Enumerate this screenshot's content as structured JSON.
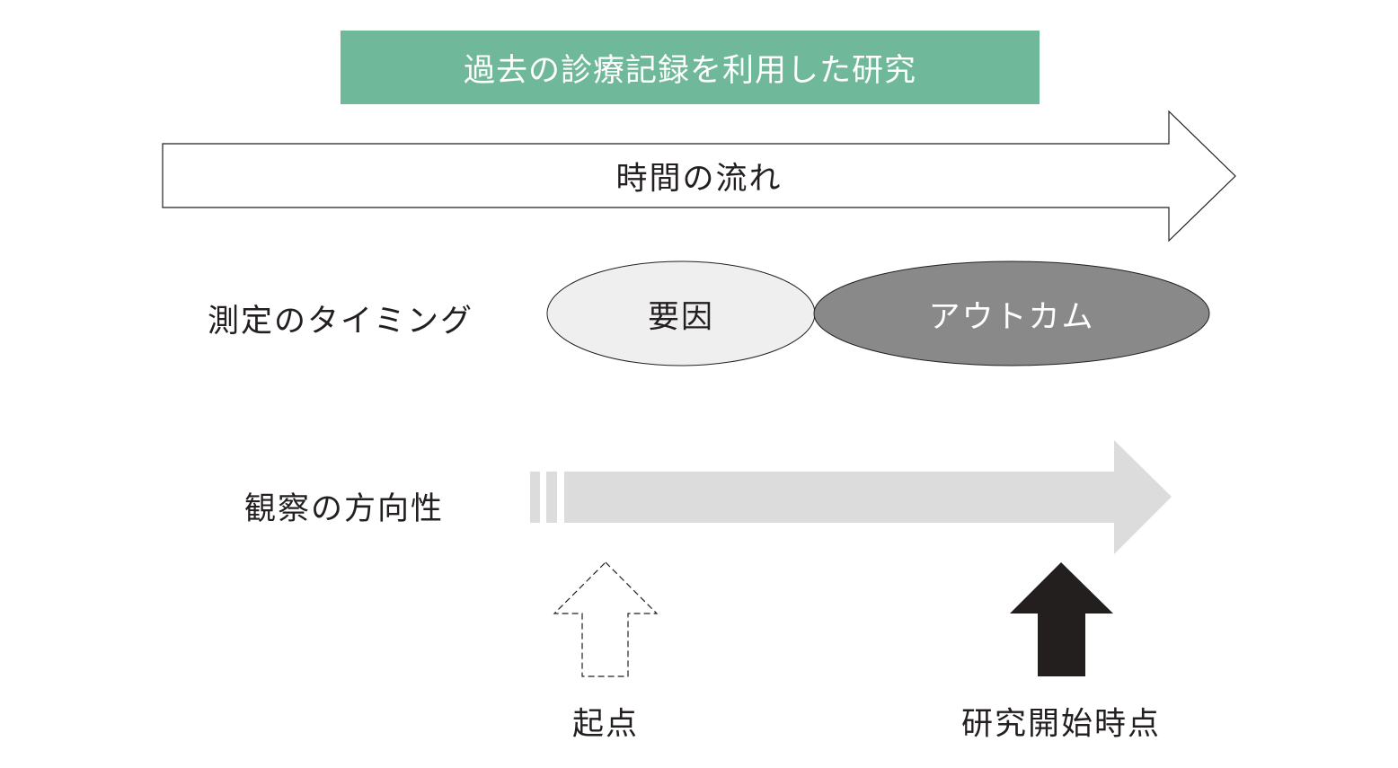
{
  "title": "過去の診療記録を利用した研究",
  "time_arrow_label": "時間の流れ",
  "row_measurement": {
    "label": "測定のタイミング",
    "factor": "要因",
    "outcome": "アウトカム"
  },
  "row_direction": {
    "label": "観察の方向性"
  },
  "markers": {
    "start_label": "起点",
    "study_start_label": "研究開始時点"
  },
  "colors": {
    "title_bg": "#70b89a",
    "factor_fill": "#efefef",
    "outcome_fill": "#898989",
    "direction_arrow": "#dcdcdc",
    "study_start_arrow": "#231f1f"
  }
}
